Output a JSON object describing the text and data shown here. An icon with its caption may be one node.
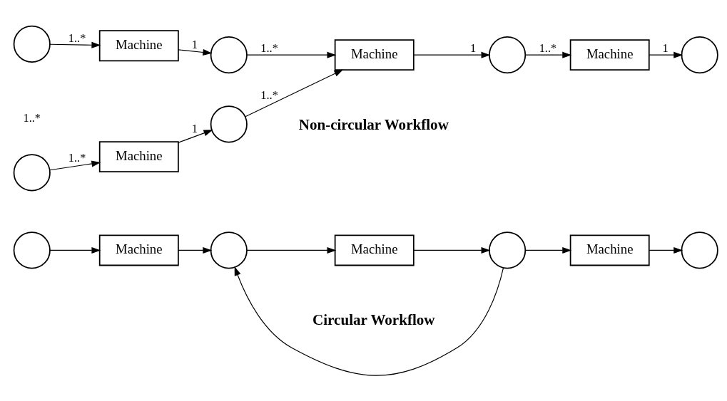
{
  "diagram": {
    "nodes": [
      {
        "text": [],
        "shape": "circle"
      },
      {
        "text": [
          "Machine"
        ]
      },
      {
        "text": [],
        "shape": "circle"
      },
      {
        "text": [],
        "shape": "circle"
      },
      {
        "text": [
          "Machine"
        ]
      },
      {
        "text": [],
        "shape": "circle"
      },
      {
        "text": [
          "Machine"
        ]
      },
      {
        "text": [],
        "shape": "circle"
      },
      {
        "text": [
          "Machine"
        ]
      },
      {
        "text": [],
        "shape": "circle"
      },
      {
        "text": [],
        "shape": "circle"
      },
      {
        "text": [
          "Machine"
        ]
      },
      {
        "text": [],
        "shape": "circle"
      },
      {
        "text": [
          "Machine"
        ]
      },
      {
        "text": [],
        "shape": "circle"
      },
      {
        "text": [
          "Machine"
        ]
      },
      {
        "text": [],
        "shape": "circle"
      }
    ],
    "edges": [
      {
        "from": 0,
        "to": 1,
        "arrow": "to",
        "label": "1..*"
      },
      {
        "from": 1,
        "to": 2,
        "arrow": "to",
        "label": "1"
      },
      {
        "from": 3,
        "to": 4,
        "arrow": "to",
        "label": "1..*"
      },
      {
        "from": 4,
        "to": 5,
        "arrow": "to",
        "label": "1"
      },
      {
        "from": 2,
        "to": 6,
        "arrow": "to",
        "label": "1..*"
      },
      {
        "from": 5,
        "to": 6,
        "arrow": "to",
        "label": "1..*"
      },
      {
        "from": 6,
        "to": 7,
        "arrow": "to",
        "label": "1"
      },
      {
        "from": 7,
        "to": 8,
        "arrow": "to",
        "label": "1..*"
      },
      {
        "from": 8,
        "to": 9,
        "arrow": "to",
        "label": "1"
      },
      {
        "from": 10,
        "to": 11,
        "arrow": "to"
      },
      {
        "from": 11,
        "to": 12,
        "arrow": "to"
      },
      {
        "from": 12,
        "to": 13,
        "arrow": "to"
      },
      {
        "from": 13,
        "to": 14,
        "arrow": "to"
      },
      {
        "from": 14,
        "to": 12,
        "arrow": "to"
      },
      {
        "from": 14,
        "to": 15,
        "arrow": "to"
      },
      {
        "from": 15,
        "to": 16,
        "arrow": "to"
      }
    ],
    "labels": [
      "1..*",
      "Non-circular Workflow",
      "Circular Workflow"
    ]
  }
}
